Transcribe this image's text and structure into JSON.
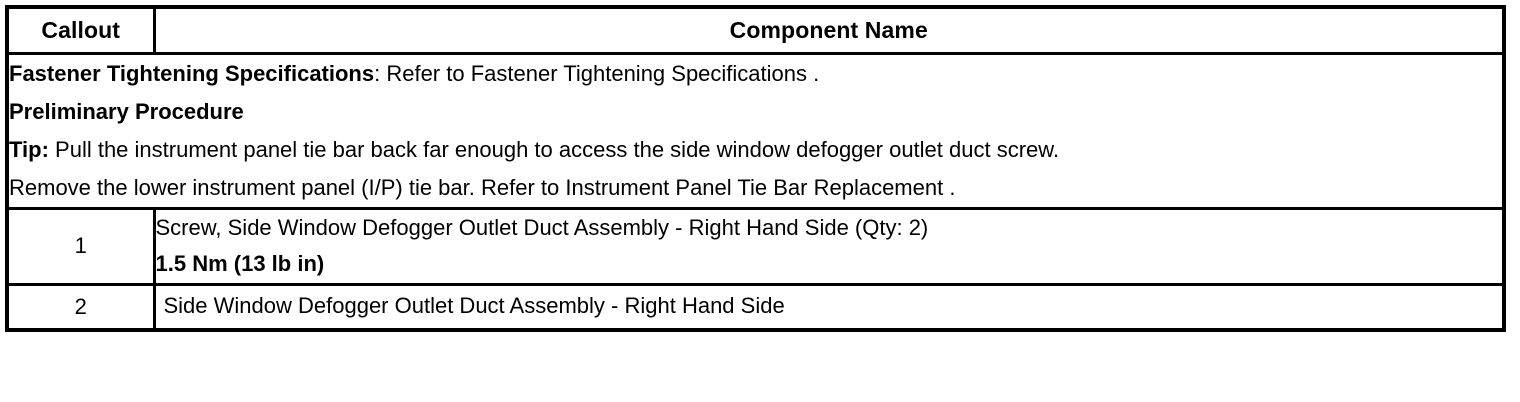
{
  "table": {
    "headers": {
      "callout": "Callout",
      "component_name": "Component Name"
    },
    "notes": [
      {
        "id": "fastener-tightening-specifications",
        "bold_prefix": "Fastener Tightening Specifications",
        "rest": ": Refer to Fastener Tightening Specifications ."
      },
      {
        "id": "preliminary-procedure",
        "bold_prefix": "Preliminary Procedure",
        "rest": ""
      },
      {
        "id": "tip",
        "bold_prefix": "Tip:",
        "rest": " Pull the instrument panel tie bar back far enough to access the side window defogger outlet duct screw."
      },
      {
        "id": "remove-tie-bar",
        "bold_prefix": "",
        "rest": "Remove the lower instrument panel (I/P) tie bar. Refer to Instrument Panel Tie Bar Replacement ."
      }
    ],
    "rows": [
      {
        "callout": "1",
        "name": "Screw, Side Window Defogger Outlet Duct Assembly - Right Hand Side (Qty: 2)",
        "torque": "1.5 Nm (13 lb in)"
      },
      {
        "callout": "2",
        "name": "Side Window Defogger Outlet Duct Assembly - Right Hand Side",
        "torque": ""
      }
    ]
  },
  "colors": {
    "border": "#000000",
    "background": "#ffffff",
    "text": "#000000"
  }
}
